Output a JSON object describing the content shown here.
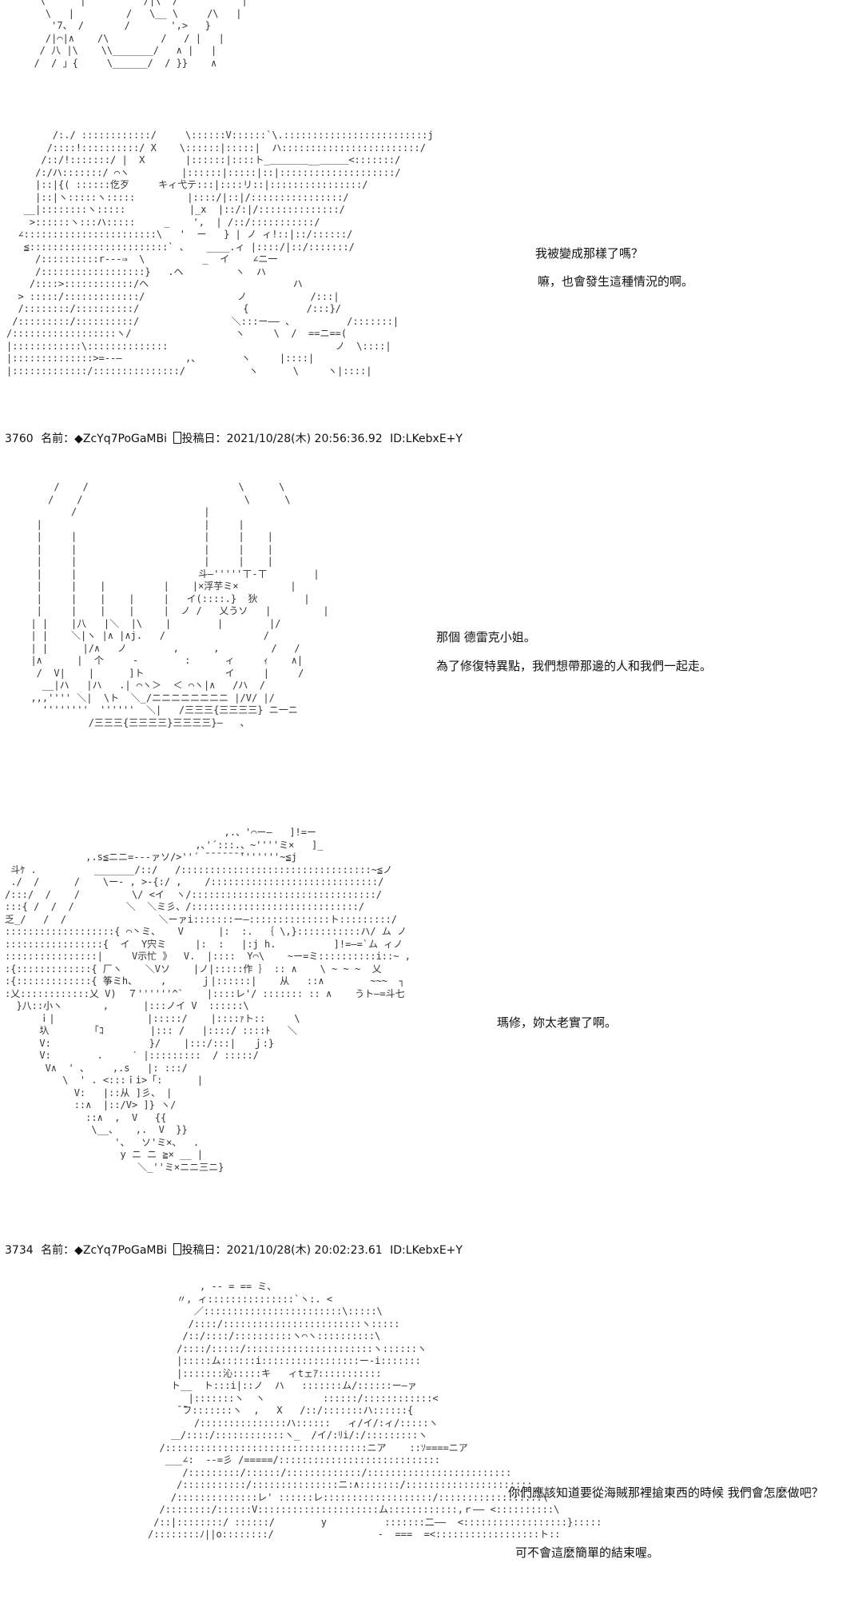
{
  "panels": [
    {
      "id": "panel-top",
      "art": "   \\      |          /|\\  /           |\n    \\   |         /   \\__ \\     /\\   |\n     '7、 /       /       ',>   }\n    /|⌒|∧    /\\         /   / |   |\n   / 八 |\\    \\\\_______/   ∧ |   |\n  /  / 」{     \\______/  / }}    ∧"
    },
    {
      "id": "panel-1",
      "art": "        /:./ ::::::::::::/     \\::::::V::::::`\\.:::::::::::::::::::::::::j\n       /::::!::::::::::/ X    \\::::::|:::::|  ハ::::::::::::::::::::::::/\n      /::/!:::::::/ |  X       |::::::|::::ト_＿＿＿＿__＿＿＿<:::::::/\n     /:/ハ:::::::/ ⌒ヽ         |::::::|:::::|::|::::::::::::::::::::/\n     |::|{( ::::::仡歹     キィ弋テ:::|::::リ::|::::::::::::::::/\n     |::|ヽ:::::ヽ:::::         |::::/|::|/::::::::::::::::/\n   __|::::::::ヽ:::::           |_x  |::/:|/::::::::::::::/\n    >::::::ヽ:::ハ:::::     _    ',  | /::/:::::::::::/\n  ∠:::::::::::::::::::::::\\   '  ー   } | ノ ィ!::|::/::::::/\n   ≦::::::::::::::::::::::::` 、   ____.ィ |::::/|::/:::::::/\n     /::::::::::r---⇒  \\          _  イ    ∠ニ一\n     /::::::::::::::::::}   .ヘ         ヽ  ハ\n    /::::>::::::::::::/ヘ                         ハ\n  > :::::/:::::::::::::/                ノ           /:::|\n  /::::::::/::::::::::/                  {          /:::}/\n /:::::::::/::::::::::/                ＼:::ー―― 、         /:::::::|\n/::::::::::::::::::ヽ/                  ヽ     \\  /  ==ニ==(\n|::::::::::::\\::::::::::::::                             ノ  \\::::|\n|::::::::::::::>=--―           ,、       ヽ     |::::|\n|:::::::::::::/:::::::::::::::/           ヽ      \\     ヽ|::::|",
      "lines": [
        "我被變成那樣了嗎？",
        "嘛，也會發生這種情況的啊。"
      ]
    },
    {
      "id": "panel-2",
      "header": {
        "number": "3760",
        "name_label": "名前：",
        "name": "◆ZcYq7PoGaMBi",
        "posted_label": "投稿日：",
        "date": "2021/10/28(木) 20:56:36.92",
        "id": "ID:LKebxE+Y"
      },
      "art": "      /    /                          \\      \\\n     /    /                            \\      \\\n         /                      |\n   |                            |     |\n   |     |                      |     |    |\n   |     |                      |     |    |\n   |     |                      |     |    |\n   |     |                     斗―'''''ㄒ‐ㄒ        |\n   |     |    |          |    |×浮芋ミ×         |\n   |     |    |    |     |   イ(::::.}  狄        |\n   |     |    |    |     |  ノ /   乂うソ   |         |\n  | |    |八   |＼  |\\    |        |        |/\n  | |    ＼|ヽ |∧ |∧j.   /                 /\n  | |      |/∧   ノ        ,      ,         /   /\n  |∧      |  个     -        :      ィ     ｨ    ∧|\n   /  V|    |      ]ト              イ     |     /\n    __|ハ   |ハ   .| ⌒ヽ＞  ＜ ⌒ヽ|∧   /ハ  /\n  ,,,'''' ＼|  \\ト  ＼_/ニニニニニニニニ |/V/ |/\n    ''''''''  ''''''  ＼|   /三三三{三三三三} ニ一ニ\n            /三三三{三三三三}三三三三}―   、",
      "lines": [
        "那個 德雷克小姐。",
        "為了修復特異點，我們想帶那邊的人和我們一起走。"
      ]
    },
    {
      "id": "panel-3",
      "art": "                                      ,.、'⌒ー―   ]!=ー\n                                 ,､'´:::.、~''''ミ×   ]_\n              ,.s≦ニニ=---ァソ/>''´ ̄ ̄ ̄ ̄ ̄ ̄ ̄'''''''~≦j\n 斗ｹ .          _______/::/   /:::::::::::::::::::::::::::::::::~≦ノ\n ./  /      /    \\ー- , >-{:/ ,    /:::::::::::::::::::::::::::::/\n/:::/  /    /         \\/ <イ  ヽ/::::::::::::::::::::::::::::::::/\n:::{ /  /  /         ＼  ＼ミ彡、/:::::::::::::::::::::::::::::/\n乏_/   /  /                ＼ーァi:::::::ー―::::::::::::::ト:::::::::/\n:::::::::::::::::::{ ⌒丶ミ、   V      |:  :.  ｛ \\,}:::::::::::ハ/ ム ノ\n:::::::::::::::::{  イ  Y宍ミ     |:  :   |:j h.          ]!=―=`ム ィノ\n::::::::::::::::|     V示忙 》  V.  |::::  Y⌒\\    ~ー=ミ::::::::::i::~ ,\n:{:::::::::::::{ 厂ヽ    ＼Vソ    |ノ|:::::作 ｝ :: ∧    \\ ~ ~ ~  乂\n:{:::::::::::::{ 筝ミh、    ,      ｊ|::::::|    从   ::∧        ~~~  ┐\n:乂::::::::::::乂 V)  ７''''''^`    |::::レ'/ ::::::: :: ∧    うト―=斗七\n  }八::小ヽ       ,      |:::ノイ V  ::::::\\\n      ｉ|                |:::::/    |::::ｧト::     \\\n      圦       「ｺ        |::: /   |::::/ ::::ﾄ   ＼\n      V:                 }/    |:::/:::|   ｊ:}\n      V:        .     ′ |:::::::::  / :::::/\n       V∧  ' 、    ,.s   |: :::/\n          \\  ' . <:::ｉi>「:      |\n            V:   |::从 ]彡、 |\n            ::∧  |::/V> ]} ヽ/\n              ::∧  ,  V   {{\n               \\__、   ,.  V  }}\n                   '、  ソ'ミ×、  .\n                    y ニ ニ ≧× __ |\n                       ＼_''ミ×ニニ三ニ}",
      "lines": [
        "瑪修，妳太老實了啊。"
      ]
    },
    {
      "id": "panel-4",
      "header": {
        "number": "3734",
        "name_label": "名前：",
        "name": "◆ZcYq7PoGaMBi",
        "posted_label": "投稿日：",
        "date": "2021/10/28(木) 20:02:23.61",
        "id": "ID:LKebxE+Y"
      },
      "art": "                  , -- = == ミ、\n              〃, ィ:::::::::::::::`ヽ:. <\n                 ／::::::::::::::::::::::::\\:::::\\\n                /::::/::::::::::::::::::::::::ヽ:::::\n               /::/::::/::::::::::ヽ⌒ヽ::::::::::\\\n              /::::/:::::/::::::::::::::::::::::ヽ::::::ヽ\n              |:::::ム::::::i:::::::::::::::::ー‐i:::::::\n              |:::::::沁:::::キ   ィtェｱ:::::::::::\n             ト__  ト:::i|::ノ  ハ   :::::::ム/::::::ー―ァ\n                |:::::::ヽ  ヽ          ::::::/::::::::::::<\n              ̄ ̄フ:::::::ヽ  ,   X   /::/:::::::ハ::::::{\n                 /:::::::::::::::ハ::::::   ィ/イ/:ィ/:::::ヽ\n             ＿/::::/::::::::::::ヽ_  /イ/:ﾘi/:/:::::::::ヽ\n           /:::::::::::::::::::::::::::::::::::ニア    ::ｿ====ニア\n            ___∠:  --=彡 /=====/::::::::::::::::::::::::::::\n               /:::::::::/::::::/:::::::::::::/:::::::::::::::::::::::::\n              /:::::::::::/:::::::::::::::ニ:∧:::::::/::::::::::::::::::::::\n             /::::::::::::::レ' ::::::レ:::::::::::::::::::/::::::::::::::::::\\\n           /::::::::/::::::V:::::::::::::::::::::ム::::::::::::,ｒ―― <::::::::::\\\n          /::|::::::::/ ::::::/        y          :::::::二――  <::::::::::::::::::}:::::\n         /::::::::ﾉ||o::::::::/                  -  ===  =<::::::::::::::::::ト::",
      "lines": [
        "你們應該知道要從海賊那裡搶東西的時候 我們會怎麼做吧？",
        "可不會這麼簡單的結束喔。"
      ]
    }
  ]
}
